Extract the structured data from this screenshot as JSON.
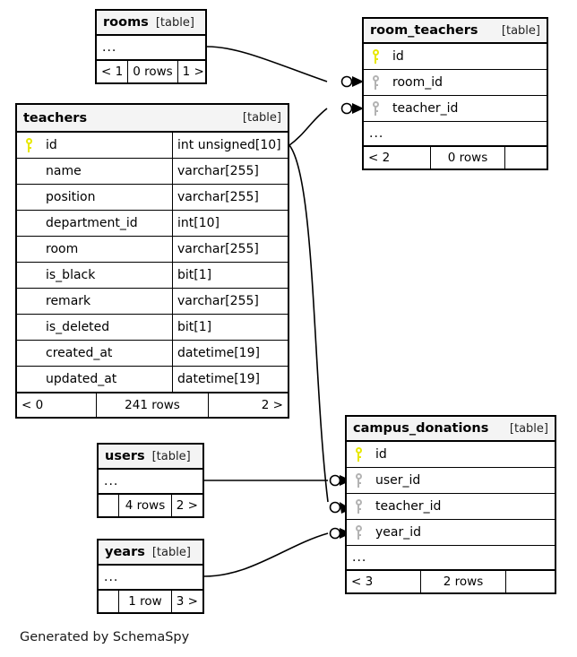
{
  "diagram": {
    "generator_note": "Generated by SchemaSpy",
    "table_kind_label": "[table]",
    "ellipsis": "...",
    "colors": {
      "primary_key": "#e8e800",
      "foreign_key": "#b3b3b3",
      "border": "#000000",
      "header_background": "#f4f4f4",
      "page_background": "#ffffff"
    }
  },
  "tables": {
    "rooms": {
      "name": "rooms",
      "kind": "[table]",
      "ellipsis": "...",
      "footer": {
        "left": "< 1",
        "middle": "0 rows",
        "right": "1 >"
      }
    },
    "room_teachers": {
      "name": "room_teachers",
      "kind": "[table]",
      "ellipsis": "...",
      "columns": [
        {
          "key": "primary-key",
          "name": "id"
        },
        {
          "key": "foreign-key",
          "name": "room_id"
        },
        {
          "key": "foreign-key",
          "name": "teacher_id"
        }
      ],
      "footer": {
        "left": "< 2",
        "middle": "0 rows",
        "right": ""
      }
    },
    "teachers": {
      "name": "teachers",
      "kind": "[table]",
      "columns": [
        {
          "key": "primary-key",
          "name": "id",
          "type": "int unsigned[10]"
        },
        {
          "key": "none",
          "name": "name",
          "type": "varchar[255]"
        },
        {
          "key": "none",
          "name": "position",
          "type": "varchar[255]"
        },
        {
          "key": "none",
          "name": "department_id",
          "type": "int[10]"
        },
        {
          "key": "none",
          "name": "room",
          "type": "varchar[255]"
        },
        {
          "key": "none",
          "name": "is_black",
          "type": "bit[1]"
        },
        {
          "key": "none",
          "name": "remark",
          "type": "varchar[255]"
        },
        {
          "key": "none",
          "name": "is_deleted",
          "type": "bit[1]"
        },
        {
          "key": "none",
          "name": "created_at",
          "type": "datetime[19]"
        },
        {
          "key": "none",
          "name": "updated_at",
          "type": "datetime[19]"
        }
      ],
      "footer": {
        "left": "< 0",
        "middle": "241 rows",
        "right": "2 >"
      }
    },
    "campus_donations": {
      "name": "campus_donations",
      "kind": "[table]",
      "ellipsis": "...",
      "columns": [
        {
          "key": "primary-key",
          "name": "id"
        },
        {
          "key": "foreign-key",
          "name": "user_id"
        },
        {
          "key": "foreign-key",
          "name": "teacher_id"
        },
        {
          "key": "foreign-key",
          "name": "year_id"
        }
      ],
      "footer": {
        "left": "< 3",
        "middle": "2 rows",
        "right": ""
      }
    },
    "users": {
      "name": "users",
      "kind": "[table]",
      "ellipsis": "...",
      "footer": {
        "left": "",
        "middle": "4 rows",
        "right": "2 >"
      }
    },
    "years": {
      "name": "years",
      "kind": "[table]",
      "ellipsis": "...",
      "footer": {
        "left": "",
        "middle": "1 row",
        "right": "3 >"
      }
    }
  },
  "relationships": [
    {
      "from": "rooms",
      "to": "room_teachers.room_id"
    },
    {
      "from": "teachers.id",
      "to": "room_teachers.teacher_id"
    },
    {
      "from": "teachers.id",
      "to": "campus_donations.teacher_id"
    },
    {
      "from": "users",
      "to": "campus_donations.user_id"
    },
    {
      "from": "years",
      "to": "campus_donations.year_id"
    }
  ]
}
